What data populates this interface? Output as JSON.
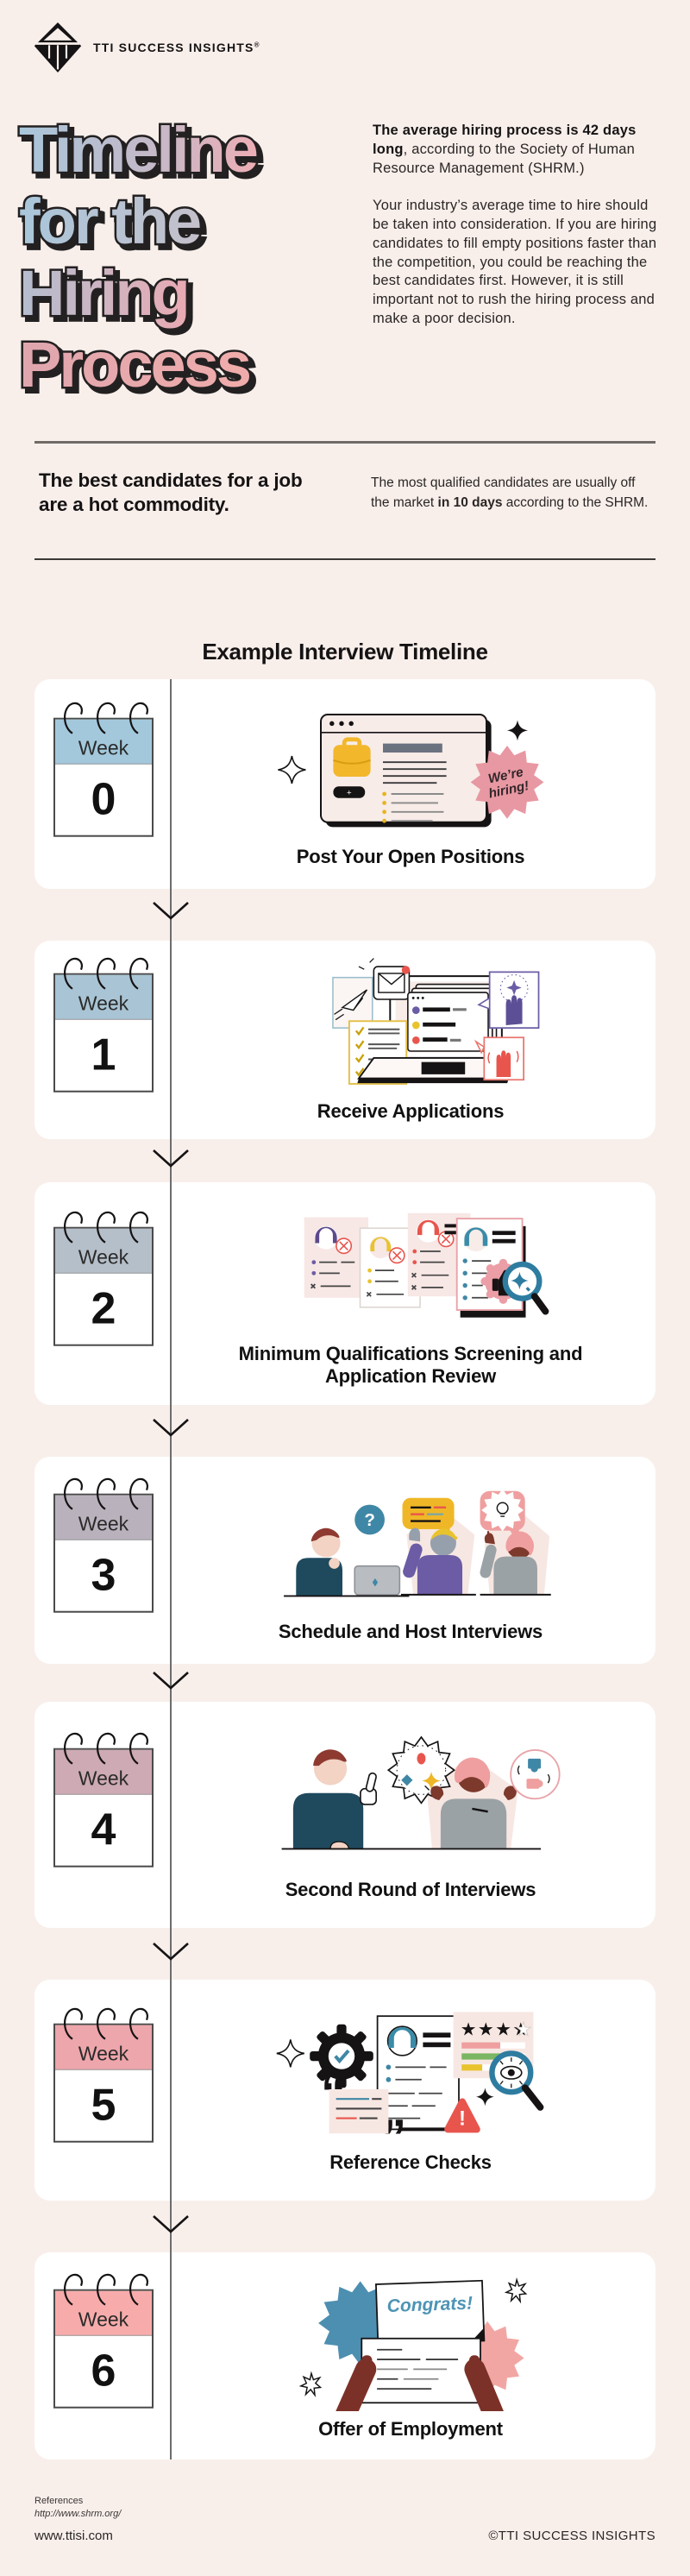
{
  "header": {
    "logo_text": "TTI SUCCESS INSIGHTS",
    "logo_reg": "®"
  },
  "hero": {
    "title_lines": [
      "Timeline",
      "for the",
      "Hiring",
      "Process"
    ],
    "title_gradient": [
      "#a9c6da",
      "#edaeb6"
    ],
    "intro_bold": "The average hiring process is 42 days long",
    "intro_rest": ", according to the Society of Human Resource Management (SHRM.)",
    "body": "Your industry’s average time to hire should be taken into consideration. If you are hiring candidates to fill empty positions faster than the competition, you could be reaching the best candidates first. However, it is still important not to rush the hiring process and make a poor decision."
  },
  "highlight": {
    "left": "The best candidates for a job are a hot commodity.",
    "right_pre": "The most qualified candidates are usually off the market ",
    "right_bold": "in 10 days",
    "right_post": " according to the SHRM."
  },
  "timeline": {
    "heading": "Example Interview Timeline",
    "weeks": [
      {
        "label": "Week",
        "number": "0",
        "caption": "Post Your Open Positions",
        "header_color": "#a3c8dc",
        "illustration": "job-posting-browser",
        "badge_1": "We’re",
        "badge_2": "hiring!"
      },
      {
        "label": "Week",
        "number": "1",
        "caption": "Receive Applications",
        "header_color": "#a9c4d4",
        "illustration": "laptop-with-applications"
      },
      {
        "label": "Week",
        "number": "2",
        "caption": "Minimum Qualifications Screening and Application Review",
        "header_color": "#b5bfc9",
        "illustration": "resume-screening-magnifier"
      },
      {
        "label": "Week",
        "number": "3",
        "caption": "Schedule and Host Interviews",
        "header_color": "#b9b2bd",
        "illustration": "people-interviewing"
      },
      {
        "label": "Week",
        "number": "4",
        "caption": "Second Round of Interviews",
        "header_color": "#ceaab4",
        "illustration": "two-people-discussion"
      },
      {
        "label": "Week",
        "number": "5",
        "caption": "Reference Checks",
        "header_color": "#eda6ab",
        "illustration": "reference-check-documents"
      },
      {
        "label": "Week",
        "number": "6",
        "caption": "Offer of Employment",
        "header_color": "#f7acab",
        "illustration": "hands-holding-offer-letter",
        "congrats": "Congrats!"
      }
    ]
  },
  "footer": {
    "references_label": "References",
    "references_url": "http://www.shrm.org/",
    "site": "www.ttisi.com",
    "copyright": "©TTI SUCCESS INSIGHTS"
  }
}
